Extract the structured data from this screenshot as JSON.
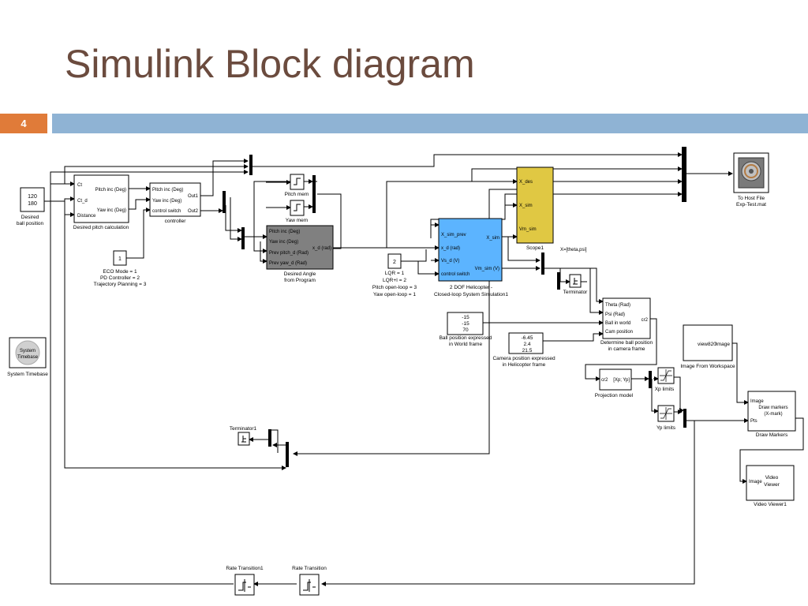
{
  "slide": {
    "title": "Simulink Block diagram",
    "number": "4"
  },
  "blocks": {
    "desired_ball": {
      "v1": "120",
      "v2": "180",
      "label1": "Desired",
      "label2": "ball position"
    },
    "pitch_calc": {
      "in1": "Ct",
      "in2": "Ct_d",
      "in3": "Distance",
      "out1": "Pitch inc (Deg)",
      "out2": "Yaw inc (Deg)",
      "label": "Desired pitch calculation"
    },
    "controller": {
      "in1": "Pitch inc (Deg)",
      "in2": "Yaw inc (Deg)",
      "in3": "control switch",
      "out1": "Out1",
      "out2": "Out2",
      "label": "controller"
    },
    "const1": {
      "value": "1",
      "l1": "ECO Mode = 1",
      "l2": "PD Controller = 2",
      "l3": "Trajectory Planning = 3"
    },
    "pitch_mem": {
      "label": "Pitch mem"
    },
    "yaw_mem": {
      "label": "Yaw mem"
    },
    "desired_angle": {
      "in1": "Pitch inc (Deg)",
      "in2": "Yaw inc (Deg)",
      "in3": "Prev pitch_d (Rad)",
      "in4": "Prev yaw_d (Rad)",
      "out": "x_d (rad)",
      "label1": "Desired Angle",
      "label2": "from Program"
    },
    "const2": {
      "value": "2",
      "l1": "LQR = 1",
      "l2": "LQR+I = 2",
      "l3": "Pitch open-loop = 3",
      "l4": "Yaw open-loop = 1"
    },
    "heli": {
      "in1": "X_sim_prev",
      "in2": "x_d (rad)",
      "in3": "Vs_d (V)",
      "in4": "control switch",
      "out1": "X_sim",
      "out2": "Vm_sim (V)",
      "label1": "2 DOF Helicopter -",
      "label2": "Closed-loop System Simulation1"
    },
    "scope": {
      "in1": "X_des",
      "in2": "X_sim",
      "in3": "Vm_sim",
      "label": "Scope1"
    },
    "to_file": {
      "label1": "To Host File",
      "label2": "Exp-Test.mat"
    },
    "x_label": "X=[theta,psi]",
    "terminator": {
      "label": "Terminator"
    },
    "determine": {
      "in1": "Theta (Rad)",
      "in2": "Psi (Rad)",
      "in3": "Ball in world",
      "in4": "Cam position",
      "out": "cr2",
      "label1": "Determine ball position",
      "label2": "in camera frame"
    },
    "ball_world": {
      "v1": "-15",
      "v2": "-15",
      "v3": "70",
      "label1": "Ball position expressed",
      "label2": "in World frame"
    },
    "cam_pos": {
      "v1": "-6.45",
      "v2": "2.4",
      "v3": "21.5",
      "label1": "Camera position expressed",
      "label2": "in Helicopter frame"
    },
    "proj": {
      "in": "cr2",
      "out": "[Xp; Yp]",
      "label": "Projection model"
    },
    "xp_limits": {
      "label": "Xp limits"
    },
    "yp_limits": {
      "label": "Yp limits"
    },
    "img_ws": {
      "out1": "view820",
      "out2": "Image",
      "label": "Image From Workspace"
    },
    "draw": {
      "in1": "Image",
      "in2": "Pts",
      "t1": "Draw markers",
      "t2": "(X-mark)",
      "label": "Draw Markers"
    },
    "video": {
      "in": "Image",
      "t1": "Video",
      "t2": "Viewer",
      "label": "Video Viewer1"
    },
    "system_timebase": {
      "t1": "System",
      "t2": "Timebase",
      "label": "System Timebase"
    },
    "terminator1": {
      "label": "Terminator1"
    },
    "rate1": {
      "label": "Rate Transition1"
    },
    "rate2": {
      "label": "Rate Transition"
    }
  }
}
